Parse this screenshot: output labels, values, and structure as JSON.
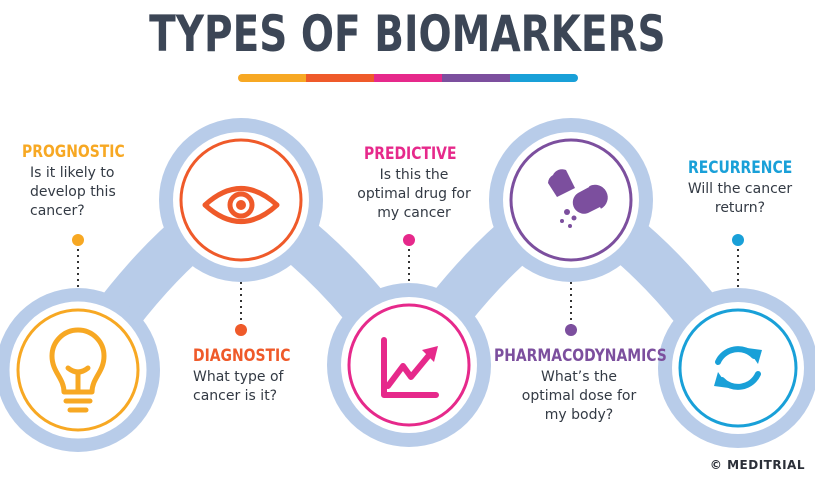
{
  "title": "TYPES OF BIOMARKERS",
  "accent_colors": [
    "#f7a823",
    "#ef5a2a",
    "#e6298b",
    "#7c4f9e",
    "#19a0d8"
  ],
  "connector_color": "#b8cce9",
  "biomarkers": [
    {
      "name": "PROGNOSTIC",
      "question": "Is it likely to\ndevelop this\ncancer?",
      "icon": "lightbulb-icon",
      "color": "#f7a823"
    },
    {
      "name": "DIAGNOSTIC",
      "question": "What type of\ncancer is it?",
      "icon": "eye-icon",
      "color": "#ef5a2a"
    },
    {
      "name": "PREDICTIVE",
      "question": "Is this the\noptimal drug for\nmy cancer",
      "icon": "trend-chart-icon",
      "color": "#e6298b"
    },
    {
      "name": "PHARMACODYNAMICS",
      "question": "What’s the\noptimal dose for\nmy body?",
      "icon": "capsule-icon",
      "color": "#7c4f9e"
    },
    {
      "name": "RECURRENCE",
      "question": "Will the cancer\nreturn?",
      "icon": "refresh-cycle-icon",
      "color": "#19a0d8"
    }
  ],
  "footer": "© MEDITRIAL"
}
